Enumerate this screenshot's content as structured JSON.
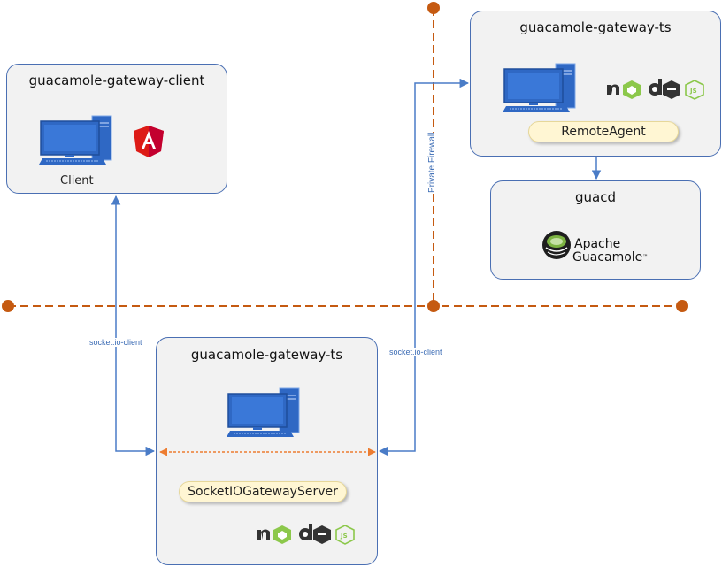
{
  "nodes": {
    "client": {
      "title": "guacamole-gateway-client",
      "label": "Client"
    },
    "gateway_top": {
      "title": "guacamole-gateway-ts",
      "component": "RemoteAgent"
    },
    "guacd": {
      "title": "guacd",
      "logo_line1": "Apache",
      "logo_line2": "Guacamole",
      "logo_tm": "™"
    },
    "gateway_bottom": {
      "title": "guacamole-gateway-ts",
      "component": "SocketIOGatewayServer"
    }
  },
  "edges": {
    "left_label": "socket.io-client",
    "right_label": "socket.io-client"
  },
  "firewall": {
    "label": "Private Firewall"
  },
  "icons": {
    "computer": "desktop-computer-icon",
    "angular": "angular-logo",
    "nodejs": "nodejs-logo",
    "guacamole": "guacamole-logo"
  },
  "colors": {
    "box_border": "#4a6fb3",
    "box_fill": "#f2f2f2",
    "connector": "#4a7cc7",
    "firewall": "#c55a11",
    "internal_link": "#ed7d31",
    "pill_fill": "#fff6d3",
    "angular_red": "#dd1b16",
    "node_green": "#8cc84b"
  }
}
